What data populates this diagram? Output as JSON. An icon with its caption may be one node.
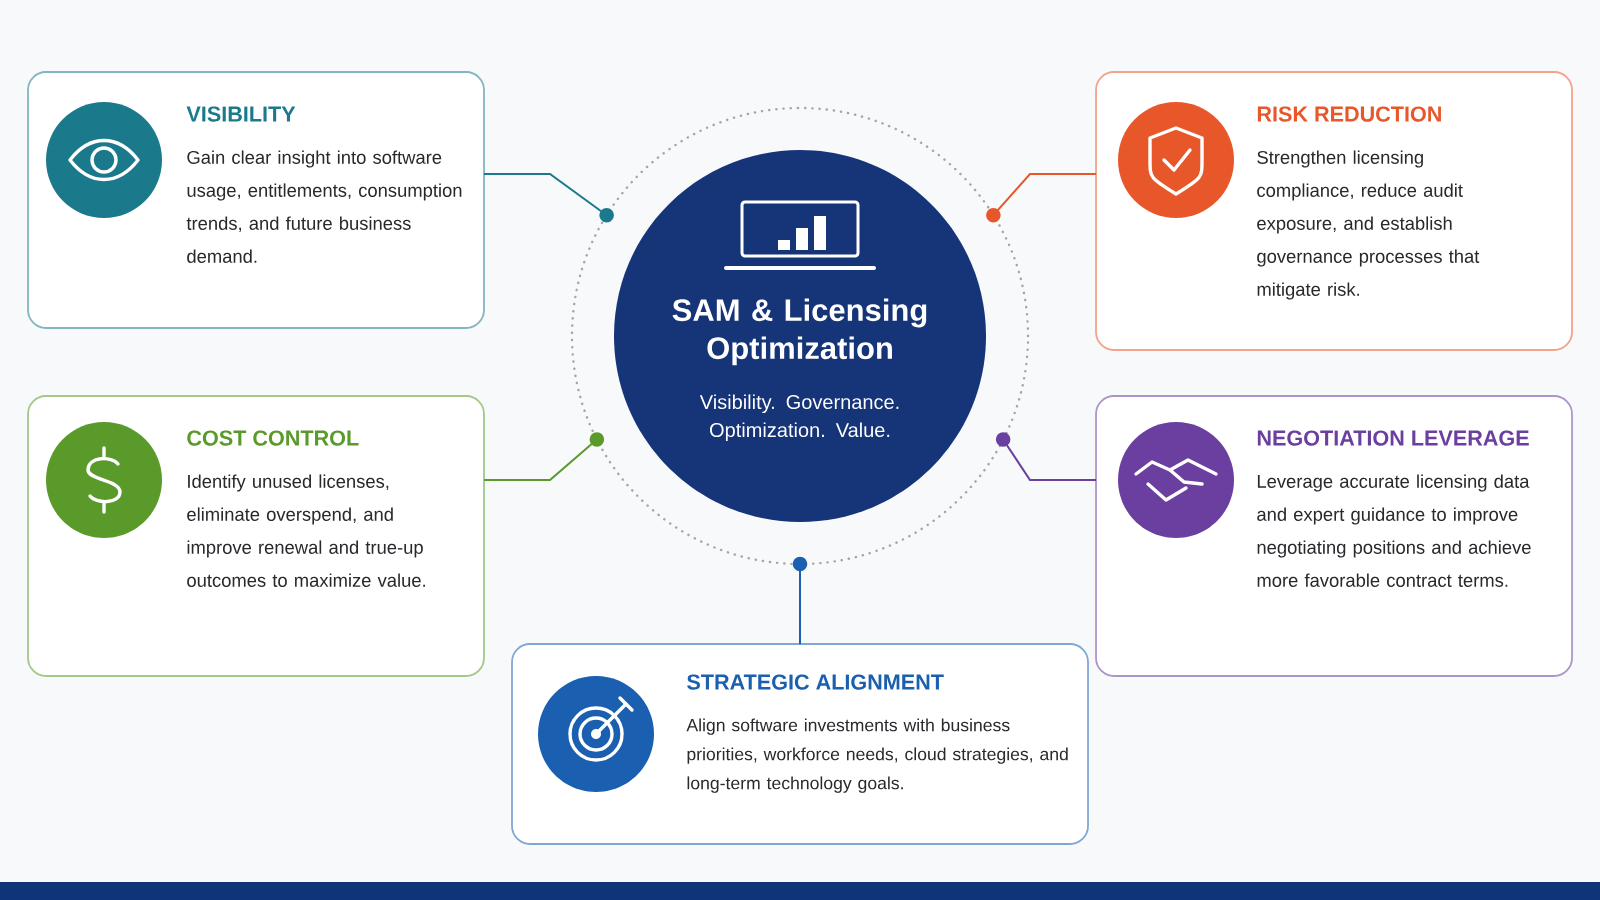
{
  "diagram": {
    "nodes": [
      {
        "text": [
          "SAM & Licensing Optimization",
          "Visibility. Governance. Optimization. Value."
        ]
      },
      {
        "text": [
          "VISIBILITY",
          "Gain clear insight into software usage, entitlements, consumption trends, and future business demand."
        ]
      },
      {
        "text": [
          "RISK REDUCTION",
          "Strengthen licensing compliance, reduce audit exposure, and establish governance processes that mitigate risk."
        ]
      },
      {
        "text": [
          "COST CONTROL",
          "Identify unused licenses, eliminate overspend, and improve renewal and true-up outcomes to maximize value."
        ]
      },
      {
        "text": [
          "NEGOTIATION LEVERAGE",
          "Leverage accurate licensing data and expert guidance to improve negotiating positions and achieve more favorable contract terms."
        ]
      },
      {
        "text": [
          "STRATEGIC ALIGNMENT",
          "Align software investments with business priorities, workforce needs, cloud strategies, and long-term technology goals."
        ]
      }
    ],
    "edges": [
      {
        "from": 0,
        "to": 1,
        "arrow": "other",
        "color": "#1a7a8c"
      },
      {
        "from": 0,
        "to": 2,
        "arrow": "other",
        "color": "#e8572a"
      },
      {
        "from": 0,
        "to": 3,
        "arrow": "other",
        "color": "#5a9a2a"
      },
      {
        "from": 0,
        "to": 4,
        "arrow": "other",
        "color": "#6a3fa0"
      },
      {
        "from": 0,
        "to": 5,
        "arrow": "other",
        "color": "#1a5fb0"
      }
    ]
  }
}
